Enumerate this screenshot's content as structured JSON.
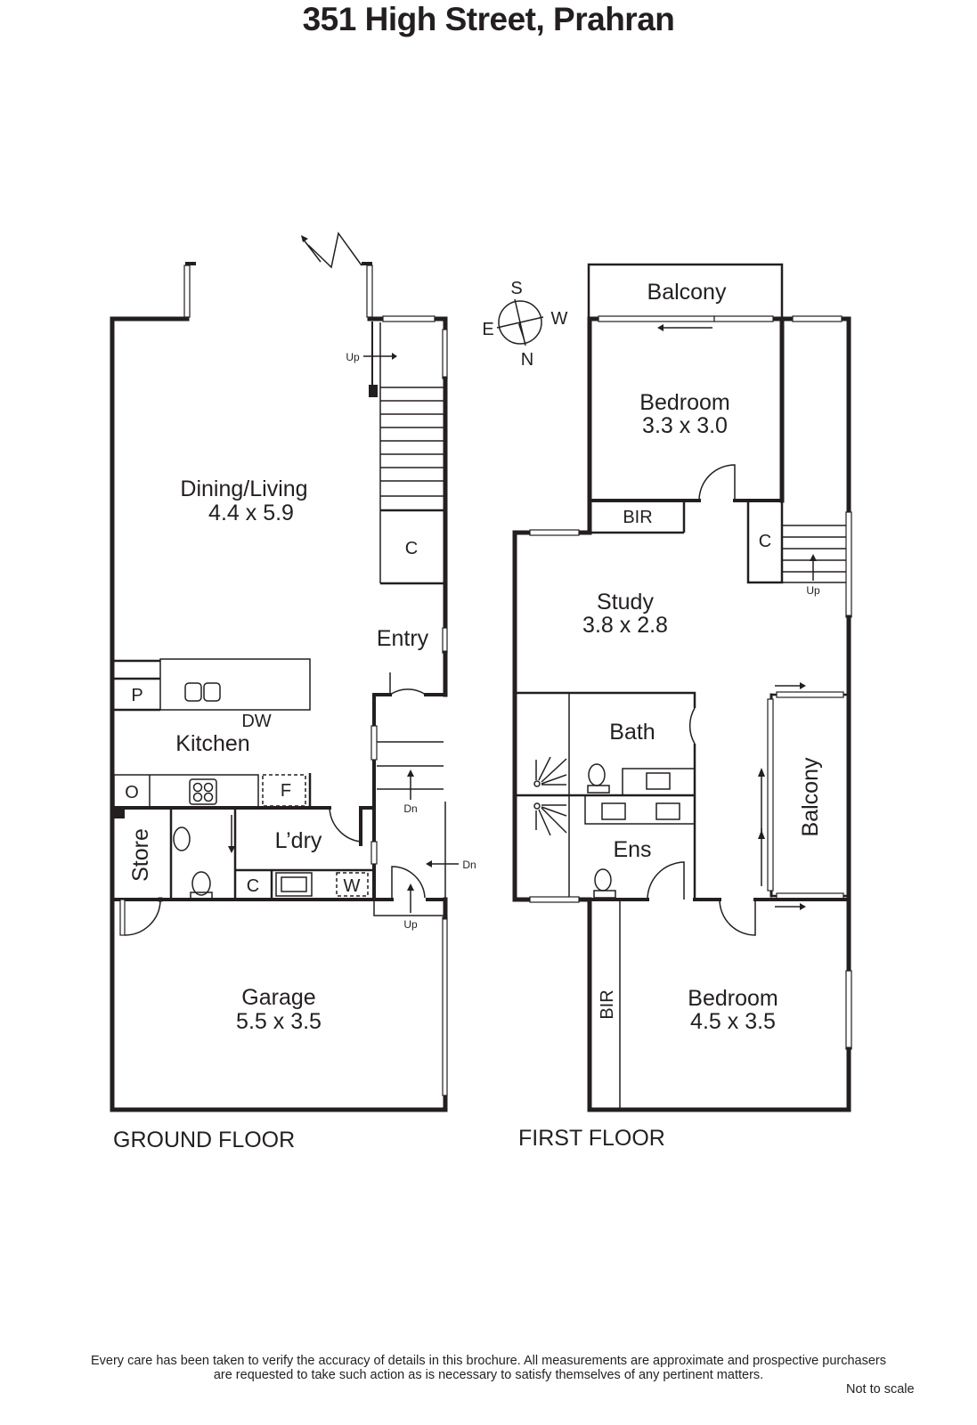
{
  "title": "351 High Street, Prahran",
  "ground_floor": {
    "label": "GROUND FLOOR",
    "rooms": {
      "dining_living": {
        "name": "Dining/Living",
        "size": "4.4 x 5.9"
      },
      "kitchen": {
        "name": "Kitchen"
      },
      "entry": {
        "name": "Entry"
      },
      "laundry": {
        "name": "L’dry"
      },
      "store": {
        "name": "Store"
      },
      "garage": {
        "name": "Garage",
        "size": "5.5 x 3.5"
      }
    },
    "fixtures": {
      "pantry": "P",
      "dishwasher": "DW",
      "oven": "O",
      "fridge": "F",
      "washer": "W",
      "cupboard_stairs": "C",
      "cupboard_laundry": "C"
    },
    "stairs": {
      "up_top": "Up",
      "dn_inner": "Dn",
      "dn_side": "Dn",
      "up_bottom": "Up"
    }
  },
  "first_floor": {
    "label": "FIRST FLOOR",
    "rooms": {
      "balcony_top": {
        "name": "Balcony"
      },
      "bedroom_1": {
        "name": "Bedroom",
        "size": "3.3 x 3.0"
      },
      "bir_1": {
        "name": "BIR"
      },
      "study": {
        "name": "Study",
        "size": "3.8 x 2.8"
      },
      "bath": {
        "name": "Bath"
      },
      "ensuite": {
        "name": "Ens"
      },
      "balcony_side": {
        "name": "Balcony"
      },
      "bedroom_2": {
        "name": "Bedroom",
        "size": "4.5 x 3.5"
      },
      "bir_2": {
        "name": "BIR"
      }
    },
    "fixtures": {
      "cupboard": "C"
    },
    "stairs": {
      "up": "Up"
    }
  },
  "compass": {
    "n": "N",
    "s": "S",
    "e": "E",
    "w": "W"
  },
  "footer": {
    "line1": "Every care has been taken to verify the accuracy of details in this brochure.  All measurements are approximate and prospective purchasers",
    "line2": "are requested to take such action as is necessary to satisfy themselves of any pertinent matters.",
    "not_to_scale": "Not to scale"
  }
}
